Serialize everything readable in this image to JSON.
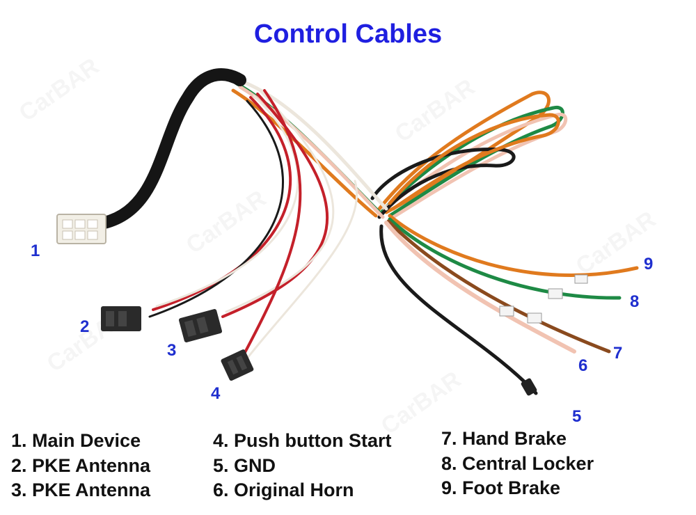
{
  "title": "Control Cables",
  "watermark": "CarBAR",
  "colors": {
    "title": "#1f1fe0",
    "callout_numbers": "#1f2fcf",
    "wire_black": "#1a1a1a",
    "wire_red": "#c4202a",
    "wire_white": "#ece6dc",
    "wire_orange": "#e07a1e",
    "wire_green": "#1e8a45",
    "wire_pink": "#f1c3b2",
    "wire_brown": "#8a4a1e",
    "sheath": "#151515",
    "connector_white": "#f2efe6",
    "connector_black": "#2a2a2a"
  },
  "callouts": [
    {
      "id": "1"
    },
    {
      "id": "2"
    },
    {
      "id": "3"
    },
    {
      "id": "4"
    },
    {
      "id": "5"
    },
    {
      "id": "6"
    },
    {
      "id": "7"
    },
    {
      "id": "8"
    },
    {
      "id": "9"
    }
  ],
  "legend": [
    [
      "1. Main Device",
      "2. PKE Antenna",
      "3. PKE Antenna"
    ],
    [
      "4. Push button Start",
      "5. GND",
      "6. Original Horn"
    ],
    [
      "7. Hand Brake",
      "8. Central Locker",
      "9. Foot Brake"
    ]
  ]
}
